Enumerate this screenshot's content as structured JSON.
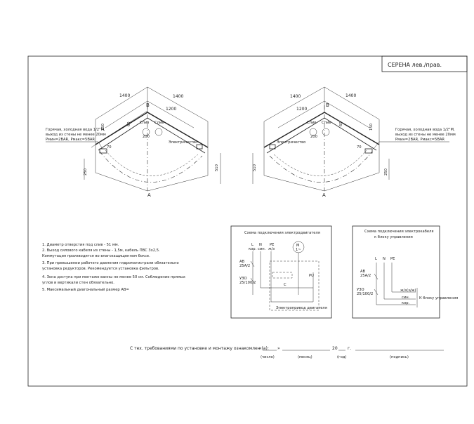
{
  "title_box": {
    "text": "СЕРЕНА лев./прав."
  },
  "left_plan": {
    "dim_top_a": "1400",
    "dim_top_b": "1400",
    "dim_inner": "1200",
    "dim_150": "150",
    "dim_60": "60",
    "dim_250": "250",
    "dim_510": "510",
    "dim_70": "70",
    "label_b": "B",
    "label_a": "A",
    "drain_1": "Слив",
    "drain_2": "Слив",
    "d200": "200",
    "electric": "Электричество",
    "note": [
      "Горячая, холодная вода 1/2\"М,",
      "выход из стены не менее 20мм",
      "Pмин=2BAR, Pмакс=5BAR"
    ]
  },
  "right_plan": {
    "dim_top_a": "1400",
    "dim_top_b": "1400",
    "dim_inner": "1200",
    "dim_150": "150",
    "dim_60": "60",
    "dim_250": "250",
    "dim_510": "510",
    "dim_70": "70",
    "label_b": "B",
    "label_a": "A",
    "drain_1": "Слив",
    "drain_2": "Слив",
    "d200": "200",
    "electric": "Электричество",
    "note": [
      "Горячая, холодная вода 1/2\"М,",
      "выход из стены не менее 20мм",
      "Pмин=2BAR, Pмакс=5BAR"
    ]
  },
  "notes": [
    "1. Диаметр отверстия под слив - 51 мм.",
    "2. Выход силового кабеля из стены - 1,5м, кабель ПВС 3х2,5.",
    "   Коммутация производится во влагозащищенном боксе.",
    "3. При превышении рабочего давления гидромагистрали обязательно",
    "   установка редукторов. Рекомендуется установка фильтров.",
    "4. Зона доступа при монтаже ванны не менее 50 см. Соблюдение прямых",
    "   углов и вертикали стен обязательно.",
    "5. Максимальный диагональный размер АВ="
  ],
  "motor_schema": {
    "title": "Схема подключения электродвигателя",
    "l": "L",
    "n": "N",
    "pe": "PE",
    "l_sub": "кор.",
    "n_sub": "син.",
    "pe_sub": "ж/з",
    "breaker": "АВ",
    "breaker_rating": "25А/2",
    "uzo": "УЗО",
    "uzo_rating": "25/100/2",
    "motor": "М",
    "motor_phase": "1~",
    "cap": "С",
    "pu": "PU",
    "bottom": "Электропривод двигателя"
  },
  "control_schema": {
    "title_1": "Схема подключения электрокабеля",
    "title_2": "к блоку управления",
    "l": "L",
    "n": "N",
    "pe": "PE",
    "breaker": "АВ",
    "breaker_rating": "25А/2",
    "uzo": "УЗО",
    "uzo_rating": "25/100/2",
    "out_1": "ж/з(з/ж)",
    "out_2": "син.",
    "out_3": "кор.",
    "block": "К блоку управления"
  },
  "signature": {
    "text": "С тех. требованиями по установке и монтажу ознакомлен (а):",
    "quote_open": "«",
    "quote_close": "»",
    "year": "20",
    "year_suffix": "г.",
    "labels": [
      "(число)",
      "(месяц)",
      "(год)",
      "(подпись)"
    ]
  }
}
